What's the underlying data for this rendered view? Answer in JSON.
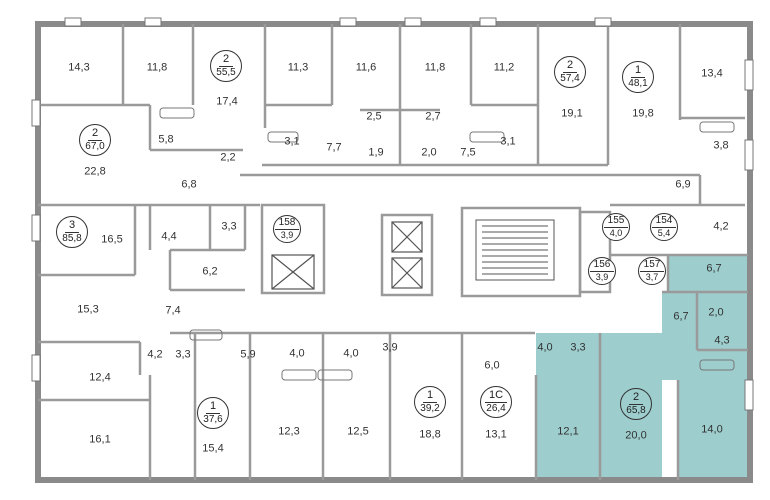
{
  "highlight_color": "#9dcdcd",
  "wall_color": "#8a8a8a",
  "apartments": [
    {
      "rooms": "2",
      "area": "55,5"
    },
    {
      "rooms": "2",
      "area": "57,4"
    },
    {
      "rooms": "1",
      "area": "48,1"
    },
    {
      "rooms": "2",
      "area": "67,0"
    },
    {
      "rooms": "3",
      "area": "85,8"
    },
    {
      "rooms": "1",
      "area": "37,6"
    },
    {
      "rooms": "1",
      "area": "39,2"
    },
    {
      "rooms": "1С",
      "area": "26,4"
    },
    {
      "rooms": "2",
      "area": "65,8",
      "highlighted": true
    }
  ],
  "storage_units": [
    {
      "number": "158",
      "area": "3,9"
    },
    {
      "number": "155",
      "area": "4,0"
    },
    {
      "number": "154",
      "area": "5,4"
    },
    {
      "number": "156",
      "area": "3,9"
    },
    {
      "number": "157",
      "area": "3,7"
    }
  ],
  "room_areas": {
    "r_14_3": "14,3",
    "r_11_8a": "11,8",
    "r_17_4": "17,4",
    "r_11_3": "11,3",
    "r_11_6": "11,6",
    "r_11_8b": "11,8",
    "r_11_2": "11,2",
    "r_19_1": "19,1",
    "r_19_8": "19,8",
    "r_13_4": "13,4",
    "r_5_8": "5,8",
    "r_2_2": "2,2",
    "r_3_1a": "3,1",
    "r_7_7": "7,7",
    "r_2_5": "2,5",
    "r_1_9": "1,9",
    "r_2_7": "2,7",
    "r_2_0a": "2,0",
    "r_7_5": "7,5",
    "r_3_1b": "3,1",
    "r_3_8": "3,8",
    "r_22_8": "22,8",
    "r_6_8": "6,8",
    "r_6_9": "6,9",
    "r_16_5": "16,5",
    "r_4_4": "4,4",
    "r_3_3a": "3,3",
    "r_4_2a": "4,2",
    "r_6_2": "6,2",
    "r_6_7a": "6,7",
    "r_15_3": "15,3",
    "r_7_4": "7,4",
    "r_6_7b": "6,7",
    "r_2_0b": "2,0",
    "r_4_3": "4,3",
    "r_4_2b": "4,2",
    "r_3_3b": "3,3",
    "r_5_9": "5,9",
    "r_4_0a": "4,0",
    "r_4_0b": "4,0",
    "r_3_9": "3,9",
    "r_6_0": "6,0",
    "r_4_0c": "4,0",
    "r_3_3c": "3,3",
    "r_12_4": "12,4",
    "r_16_1": "16,1",
    "r_15_4": "15,4",
    "r_12_3": "12,3",
    "r_12_5": "12,5",
    "r_18_8": "18,8",
    "r_13_1": "13,1",
    "r_12_1": "12,1",
    "r_20_0": "20,0",
    "r_14_0": "14,0"
  }
}
